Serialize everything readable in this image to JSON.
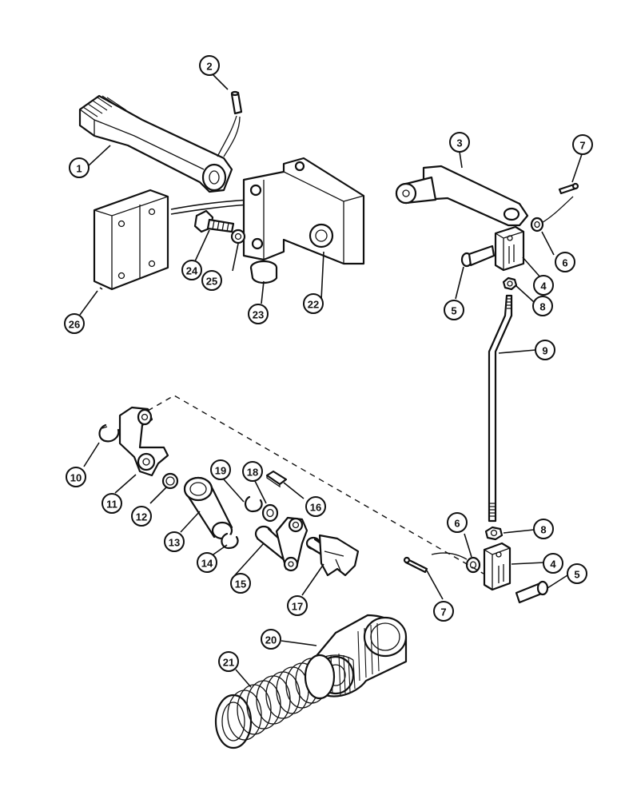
{
  "callouts": [
    {
      "id": "c1",
      "label": "1"
    },
    {
      "id": "c2",
      "label": "2"
    },
    {
      "id": "c3",
      "label": "3"
    },
    {
      "id": "c4a",
      "label": "4"
    },
    {
      "id": "c4b",
      "label": "4"
    },
    {
      "id": "c5a",
      "label": "5"
    },
    {
      "id": "c5b",
      "label": "5"
    },
    {
      "id": "c6a",
      "label": "6"
    },
    {
      "id": "c6b",
      "label": "6"
    },
    {
      "id": "c7a",
      "label": "7"
    },
    {
      "id": "c7b",
      "label": "7"
    },
    {
      "id": "c8a",
      "label": "8"
    },
    {
      "id": "c8b",
      "label": "8"
    },
    {
      "id": "c9",
      "label": "9"
    },
    {
      "id": "c10",
      "label": "10"
    },
    {
      "id": "c11",
      "label": "11"
    },
    {
      "id": "c12",
      "label": "12"
    },
    {
      "id": "c13",
      "label": "13"
    },
    {
      "id": "c14",
      "label": "14"
    },
    {
      "id": "c15",
      "label": "15"
    },
    {
      "id": "c16",
      "label": "16"
    },
    {
      "id": "c17",
      "label": "17"
    },
    {
      "id": "c18",
      "label": "18"
    },
    {
      "id": "c19",
      "label": "19"
    },
    {
      "id": "c20",
      "label": "20"
    },
    {
      "id": "c21",
      "label": "21"
    },
    {
      "id": "c22",
      "label": "22"
    },
    {
      "id": "c23",
      "label": "23"
    },
    {
      "id": "c24",
      "label": "24"
    },
    {
      "id": "c25",
      "label": "25"
    },
    {
      "id": "c26",
      "label": "26"
    }
  ]
}
